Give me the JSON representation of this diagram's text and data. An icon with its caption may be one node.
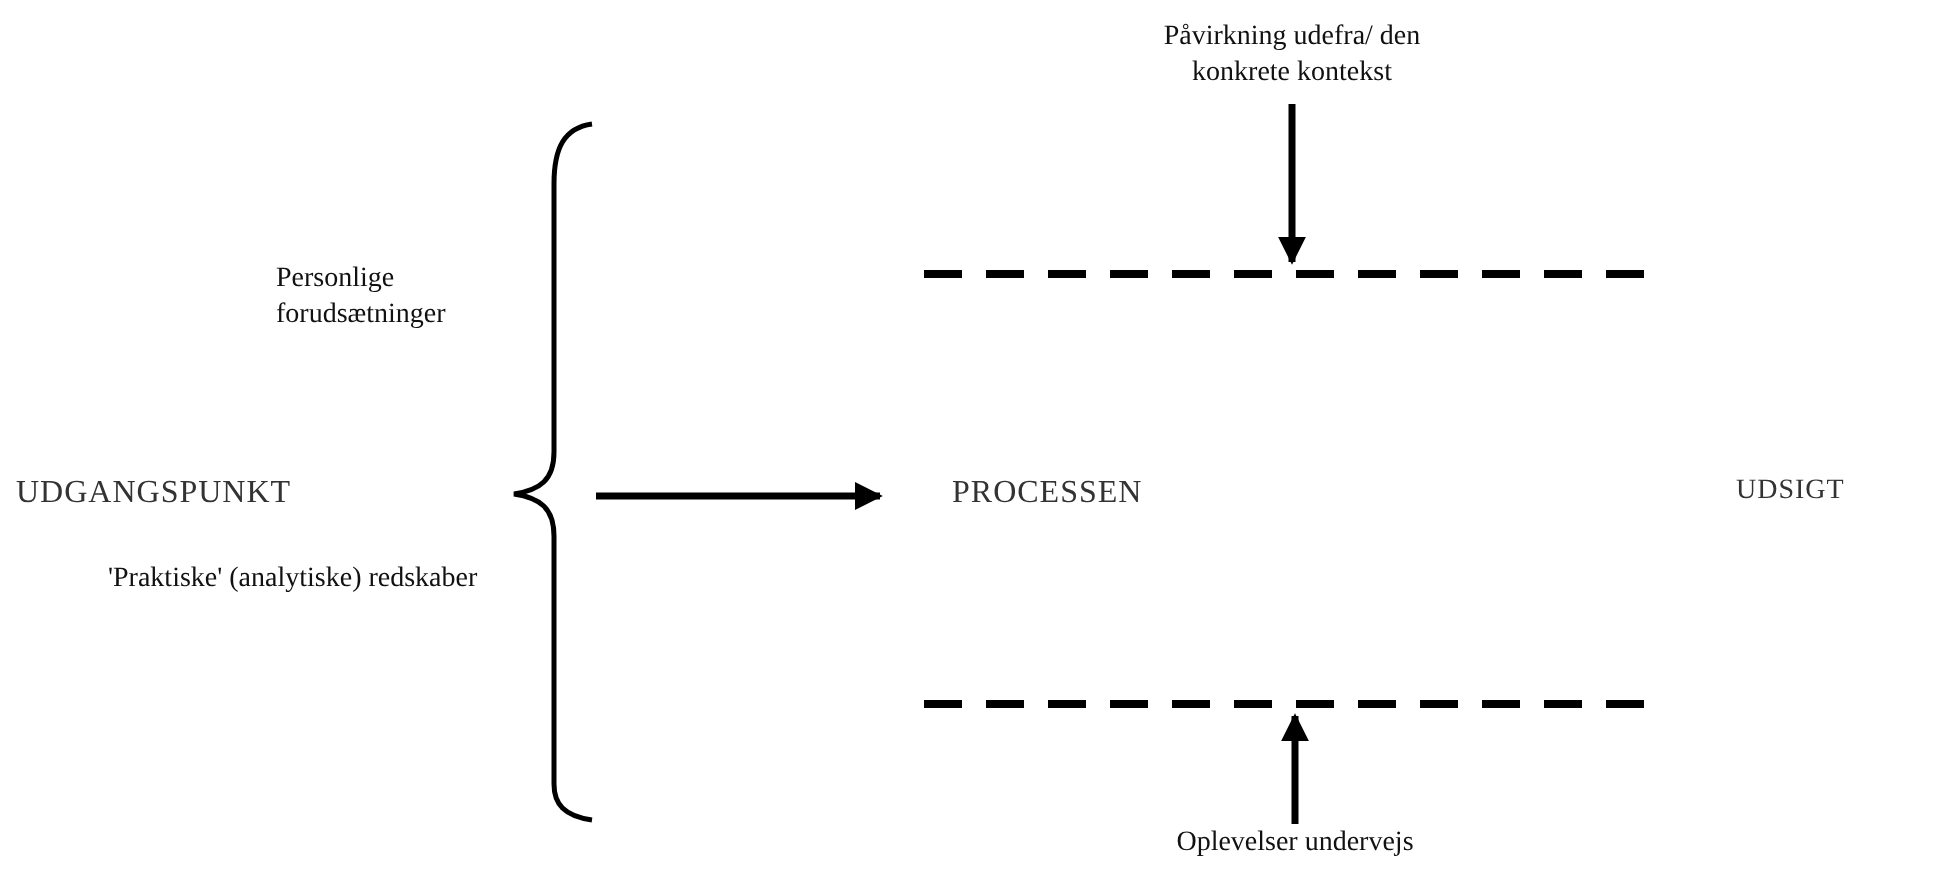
{
  "diagram": {
    "nodes": [
      {
        "text": [
          "Påvirkning udefra/ den konkrete kontekst"
        ]
      },
      {
        "text": [],
        "shape": "line"
      },
      {
        "text": [
          "UDGANGSPUNKT"
        ]
      },
      {
        "text": [
          "PROCESSEN"
        ]
      },
      {
        "text": [],
        "shape": "line"
      },
      {
        "text": [
          "Oplevelser undervejs"
        ]
      }
    ],
    "edges": [
      {
        "from": 0,
        "to": 1,
        "arrow": "to"
      },
      {
        "from": 2,
        "to": 3,
        "arrow": "to"
      },
      {
        "from": 5,
        "to": 4,
        "arrow": "to"
      }
    ],
    "labels": [
      "Personlige forudsætninger",
      "'Praktiske' (analytiske) redskaber",
      "UDSIGT"
    ]
  }
}
